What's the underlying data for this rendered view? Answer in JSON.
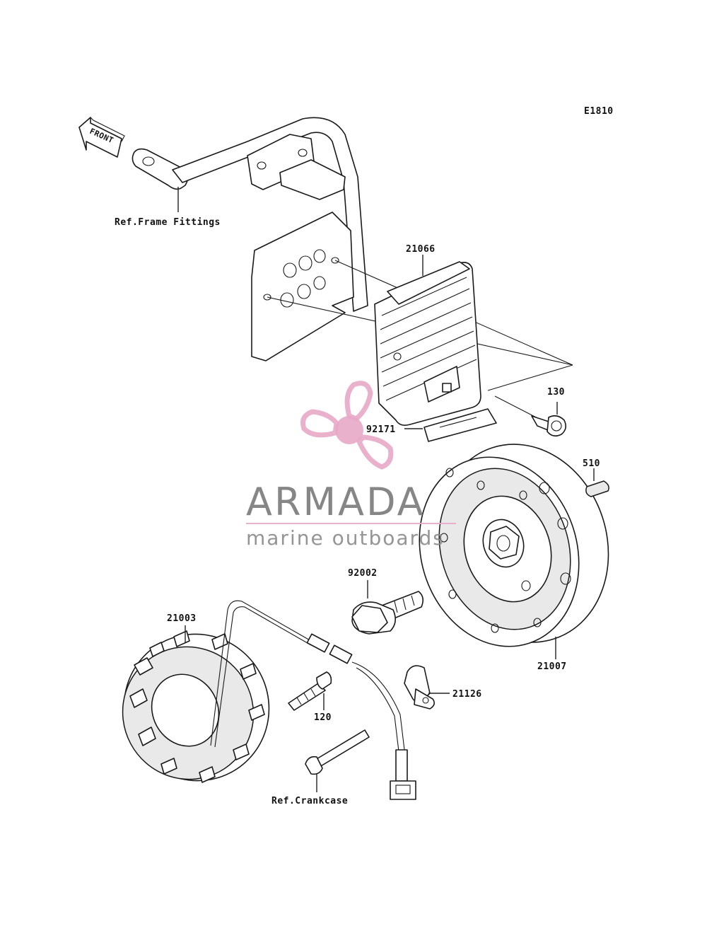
{
  "diagram_code": "E1810",
  "front_arrow": {
    "text": "FRONT",
    "icon": "front-arrow-icon"
  },
  "labels": {
    "frame_fittings": "Ref.Frame Fittings",
    "regulator": "21066",
    "bolt_130": "130",
    "plate_92171": "92171",
    "key_510": "510",
    "bolt_92002": "92002",
    "stator": "21003",
    "rotor": "21007",
    "clamp": "21126",
    "bolt_120": "120",
    "crankcase": "Ref.Crankcase"
  },
  "watermark": {
    "brand": "ARMADA",
    "tagline": "marine outboards",
    "icon": "propeller-logo-icon",
    "colors": {
      "propeller": "#e8a9c8",
      "text": "#7a7a7a",
      "rule": "#e8a9c8"
    }
  }
}
